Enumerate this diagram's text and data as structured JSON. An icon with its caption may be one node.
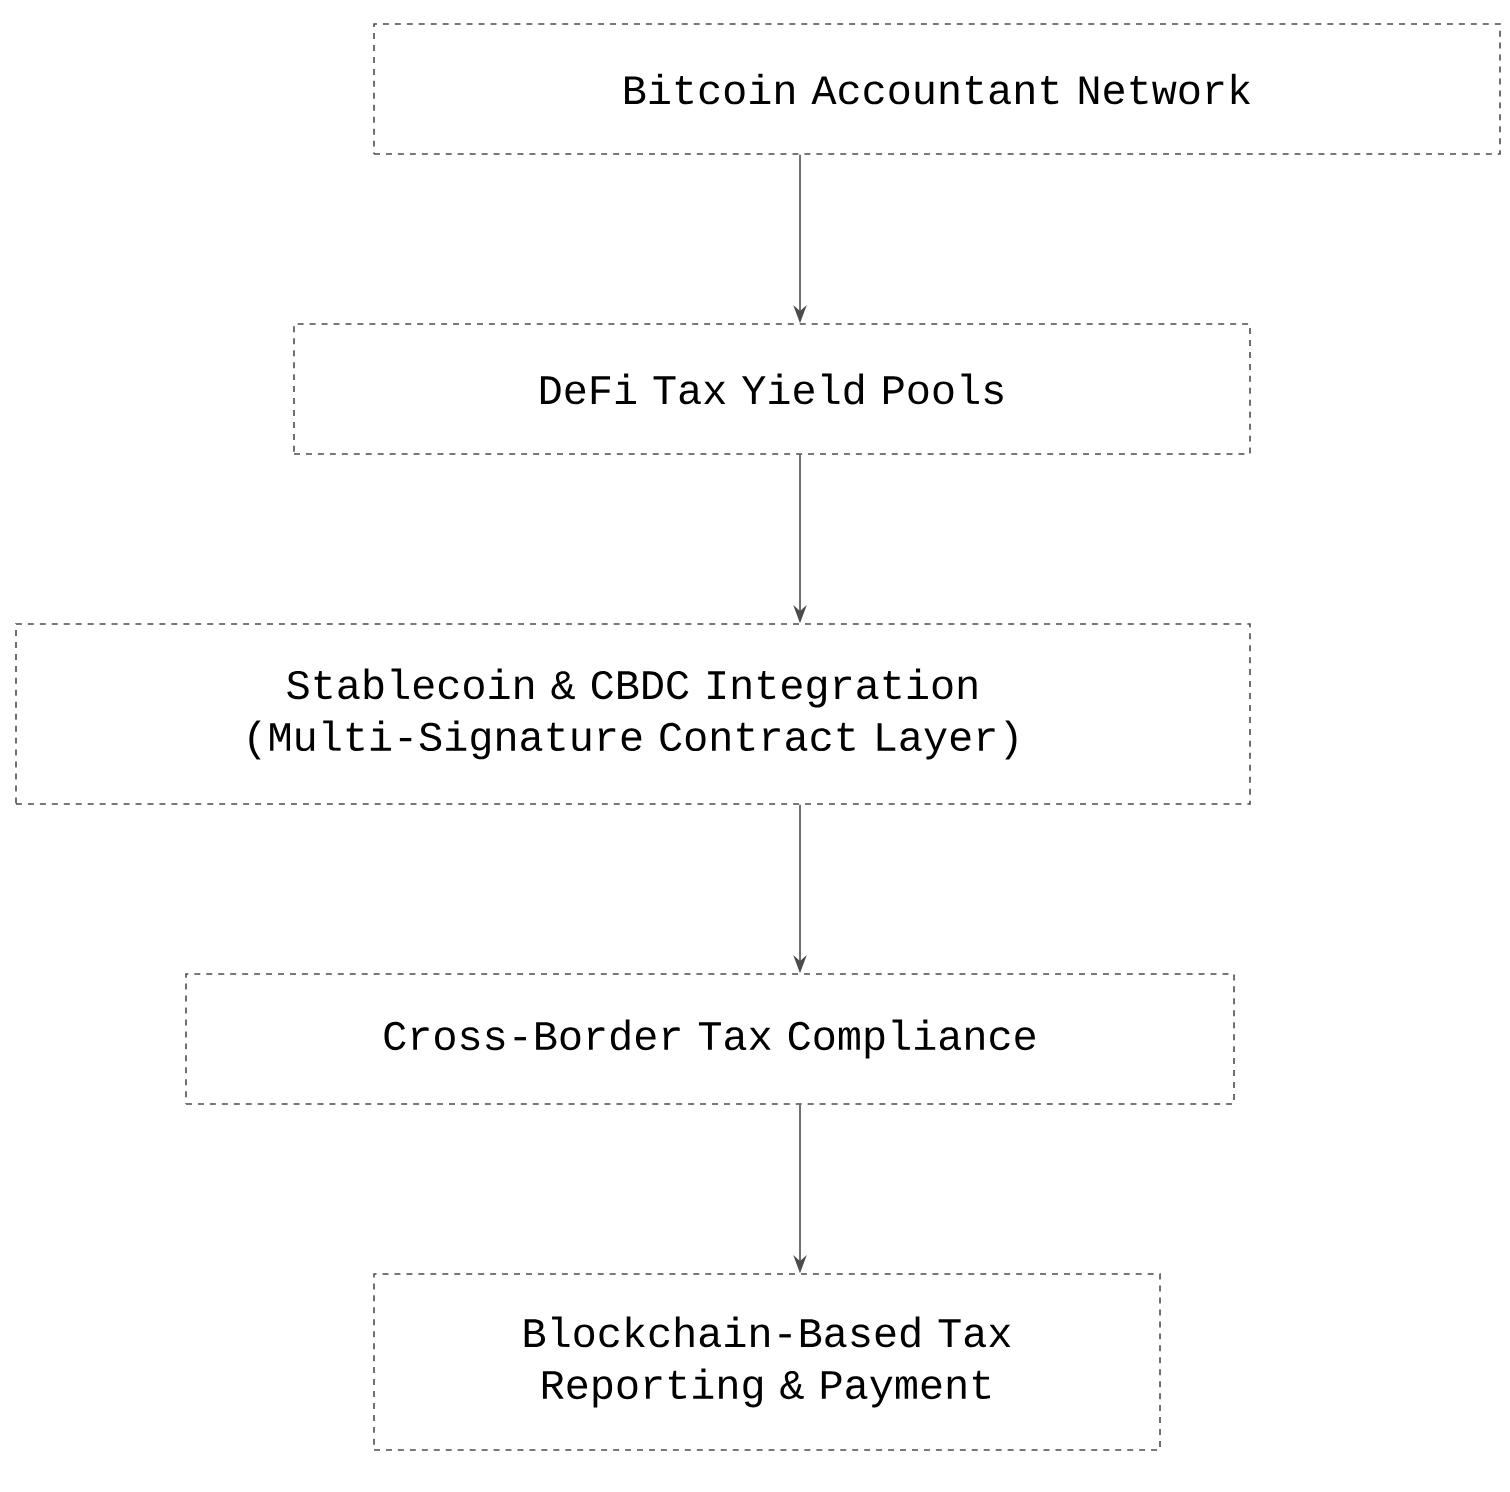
{
  "diagram": {
    "nodes": [
      {
        "text": [
          "Bitcoin Accountant Network"
        ]
      },
      {
        "text": [
          "DeFi Tax Yield Pools"
        ]
      },
      {
        "text": [
          "Stablecoin & CBDC Integration",
          "(Multi-Signature Contract Layer)"
        ]
      },
      {
        "text": [
          "Cross-Border Tax Compliance"
        ]
      },
      {
        "text": [
          "Blockchain-Based Tax Reporting & Payment"
        ]
      }
    ],
    "edges": [
      {
        "from": 0,
        "to": 1,
        "arrow": "to"
      },
      {
        "from": 1,
        "to": 2,
        "arrow": "to"
      },
      {
        "from": 2,
        "to": 3,
        "arrow": "to"
      },
      {
        "from": 3,
        "to": 4,
        "arrow": "to"
      }
    ]
  }
}
